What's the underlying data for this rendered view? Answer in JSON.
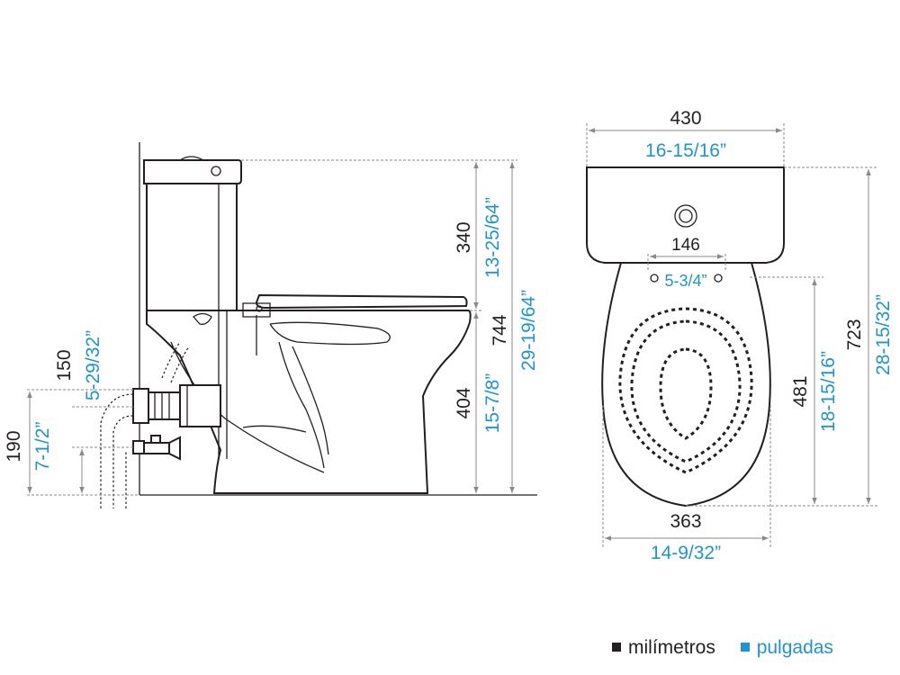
{
  "colors": {
    "millimeters": "#231f20",
    "inches": "#1e95d3",
    "dimension_line": "#8a8a8a"
  },
  "side_view": {
    "tank_height": {
      "mm": "340",
      "in": "13-25/64”"
    },
    "bowl_height": {
      "mm": "404",
      "in": "15-7/8”"
    },
    "total_height": {
      "mm": "744",
      "in": "29-19/64”"
    },
    "outlet_height": {
      "mm": "150",
      "in": "5-29/32”"
    },
    "supply_height": {
      "mm": "190",
      "in": "7-1/2”"
    }
  },
  "top_view": {
    "tank_width": {
      "mm": "430",
      "in": "16-15/16”"
    },
    "hole_spacing": {
      "mm": "146",
      "in": "5-3/4”"
    },
    "bowl_width": {
      "mm": "363",
      "in": "14-9/32”"
    },
    "bowl_length": {
      "mm": "481",
      "in": "18-15/16”"
    },
    "total_length": {
      "mm": "723",
      "in": "28-15/32”"
    }
  },
  "legend": {
    "millimeters_label": "milímetros",
    "inches_label": "pulgadas"
  }
}
